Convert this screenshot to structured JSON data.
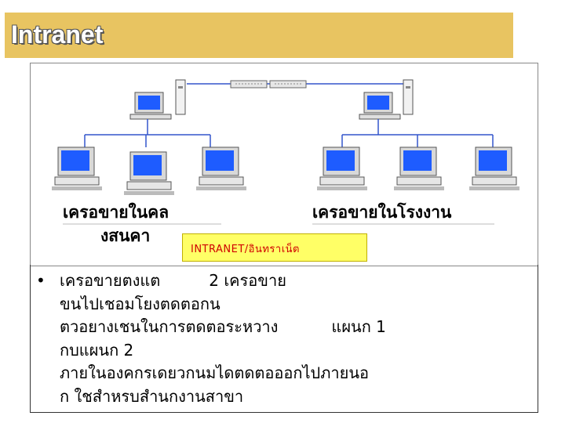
{
  "title": "Intranet",
  "diagram": {
    "left_caption_line1": "เครอขายในคล",
    "left_caption_line2": "งสนคา",
    "right_caption": "เครอขายในโรงงาน",
    "center_label": "INTRANET/อินทราเน็ต",
    "colors": {
      "title_bar": "#e8c461",
      "screen": "#1e5cff",
      "link": "#3355cc",
      "label_bg": "#ffff66",
      "label_text": "#d00000"
    }
  },
  "body": {
    "bullet": "•",
    "line1_a": "เครอขายตงแต",
    "line1_b": "2 เครอขาย",
    "line2": "ขนไปเชอมโยงตดตอกน",
    "line3_a": "ตวอยางเชนในการตดตอระหวาง",
    "line3_b": "แผนก 1",
    "line4": "กบแผนก  2",
    "line5": "ภายในองคกรเดยวกนมไดตดตอออกไปภายนอ",
    "line6": "ก  ใชสำหรบสำนกงานสาขา"
  }
}
